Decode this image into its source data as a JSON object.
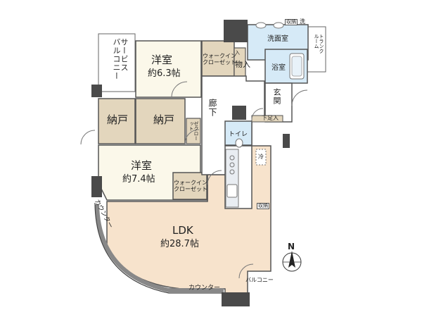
{
  "rooms": {
    "western1": {
      "name": "洋室",
      "area": "約6.3帖"
    },
    "western2": {
      "name": "洋室",
      "area": "約7.4帖"
    },
    "ldk": {
      "name": "LDK",
      "area": "約28.7帖"
    },
    "storage_left": "納戸",
    "storage_center": "納戸",
    "wic1": "ウォークイン\nクローゼット",
    "wic2": "ウォークイン\nクローゼット",
    "closet": "物入",
    "close_closet": "ゼクロー\nット",
    "washroom": "洗面室",
    "bath": "浴室",
    "entrance": "玄関",
    "corridor": "廊下",
    "toilet": "トイレ",
    "shoe": "下足入",
    "storage_small1": "収納",
    "storage_small2": "収納",
    "laundry": "洗",
    "fridge": "冷",
    "trunk": "トランク\nルーム"
  },
  "labels": {
    "service_balcony": "サービス\nバルコニー",
    "counter_left": "カウンター",
    "counter_bottom": "カウンター",
    "balcony": "バルコニー",
    "north": "N"
  },
  "colors": {
    "ldk_floor": "#f7e3cc",
    "wet_floor": "#d6eaf7",
    "storage_floor": "#e3d6bd",
    "room_floor": "#fbf8ea",
    "wall": "#3a3a3a",
    "outline": "#555555"
  }
}
